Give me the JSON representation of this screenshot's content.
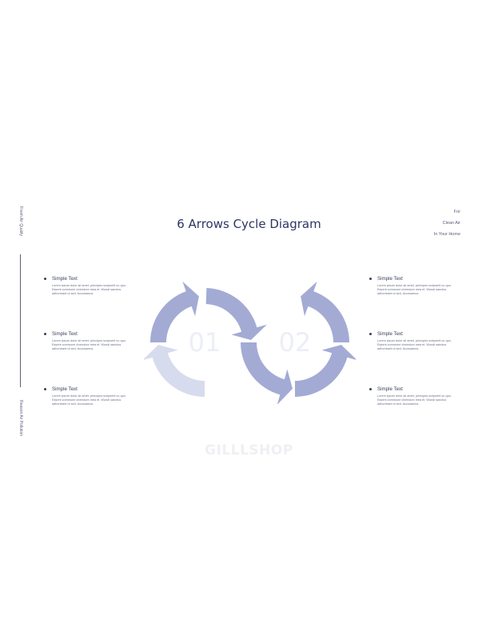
{
  "side": {
    "top": "Fresh Air Quality",
    "bottom": "Reason Air Pollution"
  },
  "title": "6 Arrows Cycle Diagram",
  "corner": [
    "For",
    "Clean Air",
    "In Your Home"
  ],
  "cycles": [
    {
      "number": "01"
    },
    {
      "number": "02"
    }
  ],
  "items": [
    {
      "heading": "Simple Text",
      "lines": [
        "Lorem ipsum dolor sit amet, principes scripserit cu quo.",
        "Essent commune civendum mea et. Wundi sanctus",
        "adhorreant ut sed. Accusamus."
      ]
    },
    {
      "heading": "Simple Text",
      "lines": [
        "Lorem ipsum dolor sit amet, principes scripserit cu quo.",
        "Essent commune civendum mea et. Wundi sanctus",
        "adhorreant ut sed. Accusamus."
      ]
    },
    {
      "heading": "Simple Text",
      "lines": [
        "Lorem ipsum dolor sit amet, principes scripserit cu quo.",
        "Essent commune civendum mea et. Wundi sanctus",
        "adhorreant ut sed. Accusamus."
      ]
    },
    {
      "heading": "Simple Text",
      "lines": [
        "Lorem ipsum dolor sit amet, principes scripserit cu quo.",
        "Essent commune civendum mea et. Wundi sanctus",
        "adhorreant ut sed. Accusamus."
      ]
    },
    {
      "heading": "Simple Text",
      "lines": [
        "Lorem ipsum dolor sit amet, principes scripserit cu quo.",
        "Essent commune civendum mea et. Wundi sanctus",
        "adhorreant ut sed. Accusamus."
      ]
    },
    {
      "heading": "Simple Text",
      "lines": [
        "Lorem ipsum dolor sit amet, principes scripserit cu quo.",
        "Essent commune civendum mea et. Wundi sanctus",
        "adhorreant ut sed. Accusamus."
      ]
    }
  ],
  "watermark": "GILLLSHOP",
  "colors": {
    "dark_arrow": "#a3abd4",
    "light_arrow": "#d7dbee",
    "number": "#eceef7",
    "title": "#2f3463"
  }
}
